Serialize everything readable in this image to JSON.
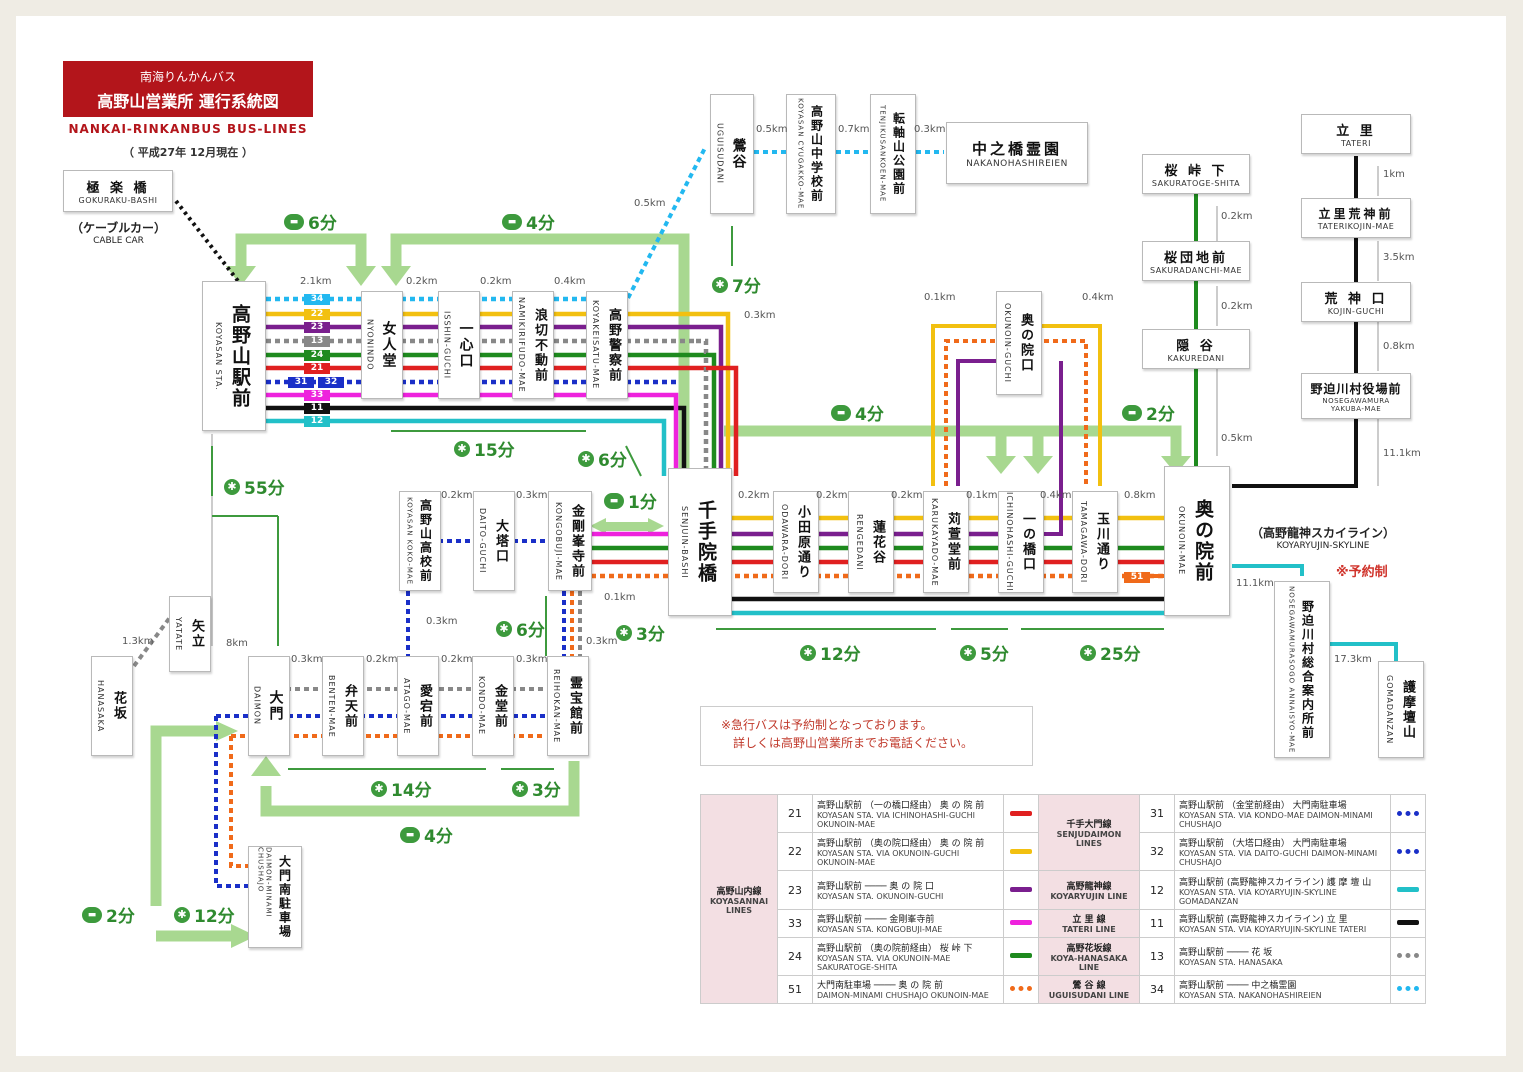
{
  "header": {
    "company": "南海りんかんバス",
    "title": "高野山営業所 運行系統図",
    "title_en": "NANKAI-RINKANBUS   BUS-LINES",
    "date": "（ 平成27年  12月現在 ）"
  },
  "stops": {
    "gokuraku": {
      "ja": "極 楽 橋",
      "ro": "GOKURAKU-BASHI"
    },
    "cablecar": {
      "ja": "（ケーブルカー）",
      "ro": "CABLE CAR"
    },
    "koyasan_sta": {
      "ja": "高野山駅前",
      "ro": "KOYASAN STA."
    },
    "nyonindo": {
      "ja": "女人堂",
      "ro": "NYONINDO"
    },
    "isshin": {
      "ja": "一心口",
      "ro": "ISSHIN-GUCHI"
    },
    "namikiri": {
      "ja": "浪切不動前",
      "ro": "NAMIKIRIFUDO-MAE"
    },
    "keisatsu": {
      "ja": "高野警察前",
      "ro": "KOYAKEISATU-MAE"
    },
    "uguisudani": {
      "ja": "鶯谷",
      "ro": "UGUISUDANI"
    },
    "chugakko": {
      "ja": "高野山中学校前",
      "ro": "KOYASAN CYUGAKKO-MAE"
    },
    "tenjiku": {
      "ja": "転軸山公園前",
      "ro": "TENJIKUSANKOEN-MAE"
    },
    "nakanohashi": {
      "ja": "中之橋霊園",
      "ro": "NAKANOHASHIREIEN"
    },
    "sakuratoge": {
      "ja": "桜 峠 下",
      "ro": "SAKURATOGE-SHITA"
    },
    "sakuradanchi": {
      "ja": "桜団地前",
      "ro": "SAKURADANCHI-MAE"
    },
    "kakuredani": {
      "ja": "隠   谷",
      "ro": "KAKUREDANI"
    },
    "tateri": {
      "ja": "立   里",
      "ro": "TATERI"
    },
    "taterikojin": {
      "ja": "立里荒神前",
      "ro": "TATERIKOJIN-MAE"
    },
    "kojin": {
      "ja": "荒 神 口",
      "ro": "KOJIN-GUCHI"
    },
    "nosegawa_yakuba": {
      "ja": "野迫川村役場前",
      "ro": "NOSEGAWAMURA YAKUBA-MAE"
    },
    "okunoin_guchi": {
      "ja": "奥の院口",
      "ro": "OKUNOIN-GUCHI"
    },
    "senjuin": {
      "ja": "千手院橋",
      "ro": "SENJUIN-BASHI"
    },
    "odawara": {
      "ja": "小田原通り",
      "ro": "ODAWARA-DORI"
    },
    "rengedani": {
      "ja": "蓮花谷",
      "ro": "RENGEDANI"
    },
    "karukaya": {
      "ja": "苅萱堂前",
      "ro": "KARUKAYADO-MAE"
    },
    "ichinohashi": {
      "ja": "一の橋口",
      "ro": "ICHINOHASHI-GUCHI"
    },
    "tamagawa": {
      "ja": "玉川通り",
      "ro": "TAMAGAWA-DORI"
    },
    "okunoin_mae": {
      "ja": "奥の院前",
      "ro": "OKUNOIN-MAE"
    },
    "skyline": {
      "ja": "（高野龍神スカイライン）",
      "ro": "KOYARYUJIN-SKYLINE"
    },
    "nosegawa_annai": {
      "ja": "野迫川村総合案内所前",
      "ro": "NOSEGAWAMURASOGO ANNAISYO-MAE"
    },
    "gomadanzan": {
      "ja": "護摩壇山",
      "ro": "GOMADANZAN"
    },
    "koyasan_koko": {
      "ja": "高野山高校前",
      "ro": "KOYASAN KOKO-MAE"
    },
    "daito": {
      "ja": "大塔口",
      "ro": "DAITO-GUCHI"
    },
    "kongobuji": {
      "ja": "金剛峯寺前",
      "ro": "KONGOBUJI-MAE"
    },
    "yatate": {
      "ja": "矢立",
      "ro": "YATATE"
    },
    "hanasaka": {
      "ja": "花坂",
      "ro": "HANASAKA"
    },
    "daimon": {
      "ja": "大門",
      "ro": "DAIMON"
    },
    "bentenmae": {
      "ja": "弁天前",
      "ro": "BENTEN-MAE"
    },
    "atago": {
      "ja": "愛宕前",
      "ro": "ATAGO-MAE"
    },
    "kondo": {
      "ja": "金堂前",
      "ro": "KONDO-MAE"
    },
    "reihokan": {
      "ja": "霊宝館前",
      "ro": "REIHOKAN-MAE"
    },
    "daimon_parking": {
      "ja": "大門南駐車場",
      "ro": "DAIMON-MINAMI CHUSHAJO"
    }
  },
  "distances": {
    "d1": "2.1km",
    "d2": "0.2km",
    "d3": "0.2km",
    "d4": "0.4km",
    "d5": "0.5km",
    "d6": "0.5km",
    "d7": "0.7km",
    "d8": "0.3km",
    "d9": "0.3km",
    "d10": "0.1km",
    "d11": "0.4km",
    "d12": "0.2km",
    "d13": "0.2km",
    "d14": "0.5km",
    "d15": "1km",
    "d16": "3.5km",
    "d17": "0.8km",
    "d18": "11.1km",
    "d19": "0.2km",
    "d20": "0.2km",
    "d21": "0.2km",
    "d22": "0.1km",
    "d23": "0.4km",
    "d24": "0.8km",
    "d25": "11.1km",
    "d26": "17.3km",
    "d27": "0.2km",
    "d28": "0.3km",
    "d29": "0.1km",
    "d30": "0.3km",
    "d31": "0.3km",
    "d32": "1.3km",
    "d33": "8km",
    "d34": "0.3km",
    "d35": "0.2km",
    "d36": "0.2km",
    "d37": "0.3km"
  },
  "times": {
    "t1": "6分",
    "t2": "4分",
    "t3": "7分",
    "t4": "15分",
    "t5": "6分",
    "t6": "55分",
    "t7": "1分",
    "t8": "4分",
    "t9": "2分",
    "t10": "6分",
    "t11": "3分",
    "t12": "12分",
    "t13": "5分",
    "t14": "25分",
    "t15": "14分",
    "t16": "3分",
    "t17": "4分",
    "t18": "2分",
    "t19": "12分"
  },
  "route_badges": [
    "34",
    "22",
    "23",
    "13",
    "24",
    "21",
    "31",
    "32",
    "33",
    "11",
    "12"
  ],
  "badge_51": "51",
  "reservation": "※予約制",
  "notice": {
    "line1": "※急行バスは予約制となっております。",
    "line2": "詳しくは高野山営業所までお電話ください。"
  },
  "legend": {
    "group_left": {
      "ja": "高野山内線",
      "en": "KOYASANNAI LINES"
    },
    "left": [
      {
        "no": "21",
        "from": "高野山駅前",
        "from_en": "KOYASAN STA.",
        "via": "（一の橋口経由）",
        "via_en": "VIA ICHINOHASHI-GUCHI",
        "to": "奥 の 院 前",
        "to_en": "OKUNOIN-MAE",
        "color": "#e02020",
        "style": "solid"
      },
      {
        "no": "22",
        "from": "高野山駅前",
        "from_en": "KOYASAN STA.",
        "via": "（奥の院口経由）",
        "via_en": "VIA OKUNOIN-GUCHI",
        "to": "奥 の 院 前",
        "to_en": "OKUNOIN-MAE",
        "color": "#f2c010",
        "style": "solid"
      },
      {
        "no": "23",
        "from": "高野山駅前",
        "from_en": "KOYASAN STA.",
        "via": "",
        "via_en": "",
        "to": "奥 の 院 口",
        "to_en": "OKUNOIN-GUCHI",
        "color": "#7a1f8e",
        "style": "solid"
      },
      {
        "no": "33",
        "from": "高野山駅前",
        "from_en": "KOYASAN STA.",
        "via": "",
        "via_en": "",
        "to": "金剛峯寺前",
        "to_en": "KONGOBUJI-MAE",
        "color": "#ee22dd",
        "style": "solid"
      },
      {
        "no": "24",
        "from": "高野山駅前",
        "from_en": "KOYASAN STA.",
        "via": "（奥の院前経由）",
        "via_en": "VIA OKUNOIN-MAE",
        "to": "桜   峠   下",
        "to_en": "SAKURATOGE-SHITA",
        "color": "#1e8a1e",
        "style": "solid"
      },
      {
        "no": "51",
        "from": "大門南駐車場",
        "from_en": "DAIMON-MINAMI CHUSHAJO",
        "via": "",
        "via_en": "",
        "to": "奥 の 院 前",
        "to_en": "OKUNOIN-MAE",
        "color": "#f06a1a",
        "style": "dotted"
      }
    ],
    "mid": [
      {
        "ja": "千手大門線",
        "en": "SENJUDAIMON LINES"
      },
      {
        "ja": "高野龍神線",
        "en": "KOYARYUJIN LINE"
      },
      {
        "ja": "立 里 線",
        "en": "TATERI LINE"
      },
      {
        "ja": "高野花坂線",
        "en": "KOYA-HANASAKA LINE"
      },
      {
        "ja": "鶯 谷 線",
        "en": "UGUISUDANI LINE"
      }
    ],
    "right": [
      {
        "no": "31",
        "from": "高野山駅前",
        "from_en": "KOYASAN STA.",
        "via": "（金堂前経由）",
        "via_en": "VIA KONDO-MAE",
        "to": "大門南駐車場",
        "to_en": "DAIMON-MINAMI CHUSHAJO",
        "color": "#1a2fc8",
        "style": "dotted"
      },
      {
        "no": "32",
        "from": "高野山駅前",
        "from_en": "KOYASAN STA.",
        "via": "（大塔口経由）",
        "via_en": "VIA DAITO-GUCHI",
        "to": "大門南駐車場",
        "to_en": "DAIMON-MINAMI CHUSHAJO",
        "color": "#1a2fc8",
        "style": "dotted"
      },
      {
        "no": "12",
        "from": "高野山駅前",
        "from_en": "KOYASAN STA.",
        "via": "(高野龍神スカイライン)",
        "via_en": "VIA KOYARYUJIN-SKYLINE",
        "to": "護 摩 壇 山",
        "to_en": "GOMADANZAN",
        "color": "#22c0c8",
        "style": "solid"
      },
      {
        "no": "11",
        "from": "高野山駅前",
        "from_en": "KOYASAN STA.",
        "via": "(高野龍神スカイライン)",
        "via_en": "VIA KOYARYUJIN-SKYLINE",
        "to": "立       里",
        "to_en": "TATERI",
        "color": "#111111",
        "style": "solid"
      },
      {
        "no": "13",
        "from": "高野山駅前",
        "from_en": "KOYASAN STA.",
        "via": "",
        "via_en": "",
        "to": "花       坂",
        "to_en": "HANASAKA",
        "color": "#888888",
        "style": "dotted"
      },
      {
        "no": "34",
        "from": "高野山駅前",
        "from_en": "KOYASAN STA.",
        "via": "",
        "via_en": "",
        "to": "中之橋霊園",
        "to_en": "NAKANOHASHIREIEN",
        "color": "#22b8f0",
        "style": "dotted"
      }
    ]
  },
  "colors": {
    "r21": "#e02020",
    "r22": "#f2c010",
    "r23": "#7a1f8e",
    "r33": "#ee22dd",
    "r24": "#1e8a1e",
    "r51": "#f06a1a",
    "r31": "#1a2fc8",
    "r12": "#22c0c8",
    "r11": "#111111",
    "r13": "#888888",
    "r34": "#22b8f0",
    "title_bg": "#b3151b",
    "arrow": "#a8d890",
    "time": "#2f8a2f"
  }
}
